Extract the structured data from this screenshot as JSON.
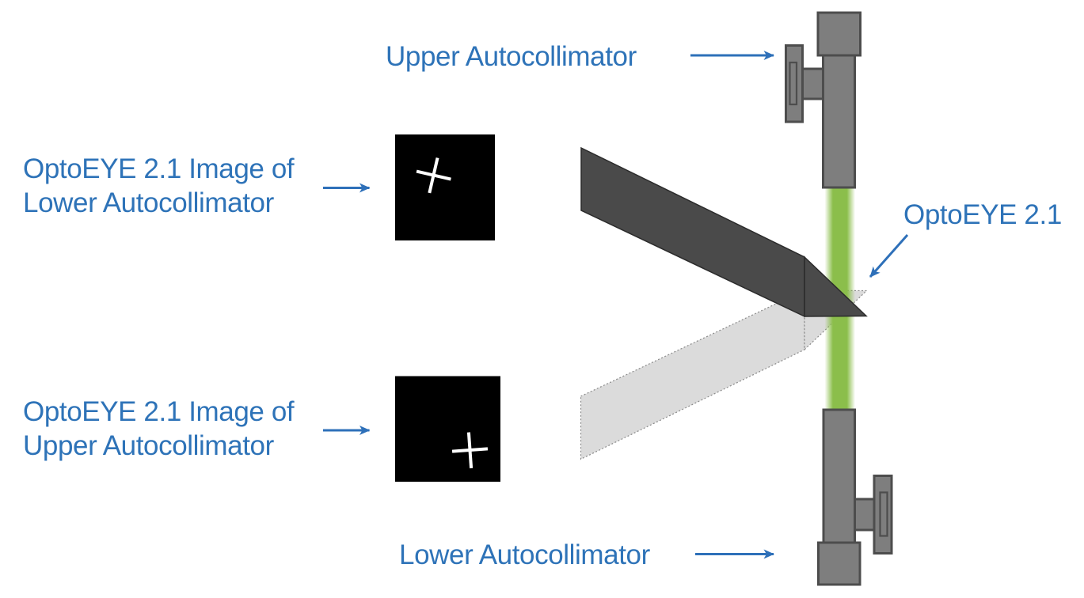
{
  "labels": {
    "upper_autocollimator": "Upper Autocollimator",
    "lower_autocollimator": "Lower Autocollimator",
    "optoeye": "OptoEYE 2.1",
    "lower_image": {
      "line1": "OptoEYE 2.1 Image of",
      "line2": "Lower Autocollimator"
    },
    "upper_image": {
      "line1": "OptoEYE 2.1 Image of",
      "line2": "Upper Autocollimator"
    }
  },
  "colors": {
    "label_blue": "#2E73B8",
    "arrow_blue": "#2E70B9",
    "beam_green": "#8BBE4B",
    "beam_dark_fill": "#4A4A4A",
    "beam_dark_edge": "#2B2B2B",
    "beam_light_fill": "#DBDBDB",
    "beam_light_edge": "#8A8A8A",
    "device_fill": "#7E7E7E",
    "device_edge": "#4D4D4D",
    "camera_bg": "#000000",
    "crosshair": "#FFFFFF"
  }
}
